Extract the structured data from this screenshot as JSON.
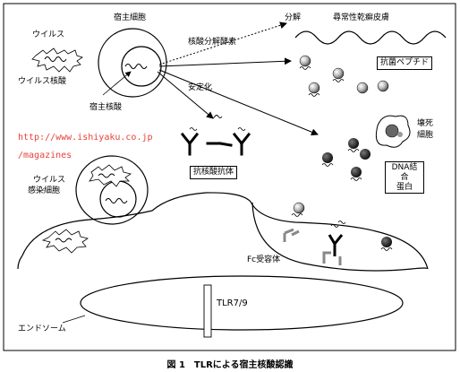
{
  "labels": {
    "virus": "ウイルス",
    "virus_nucleic_acid": "ウイルス核酸",
    "host_cell": "宿主細胞",
    "host_nucleic_acid": "宿主核酸",
    "nuclease": "核酸分解酵素",
    "degradation": "分解",
    "psoriasis": "尋常性乾癬皮膚",
    "stabilization": "安定化",
    "antimicrobial_peptide": "抗菌ペプチド",
    "necrotic_cell_line1": "壊死",
    "necrotic_cell_line2": "細胞",
    "dna_binding_protein_line1": "DNA結合",
    "dna_binding_protein_line2": "蛋白",
    "anti_nucleic_acid_antibody": "抗核酸抗体",
    "infected_cell_line1": "ウイルス",
    "infected_cell_line2": "感染細胞",
    "fc_receptor": "Fc受容体",
    "tlr": "TLR7/9",
    "endosome": "エンドソーム"
  },
  "watermark": {
    "line1": "http://www.ishiyaku.co.jp",
    "line2": "/magazines"
  },
  "caption": "図 1　TLRによる宿主核酸認識"
}
